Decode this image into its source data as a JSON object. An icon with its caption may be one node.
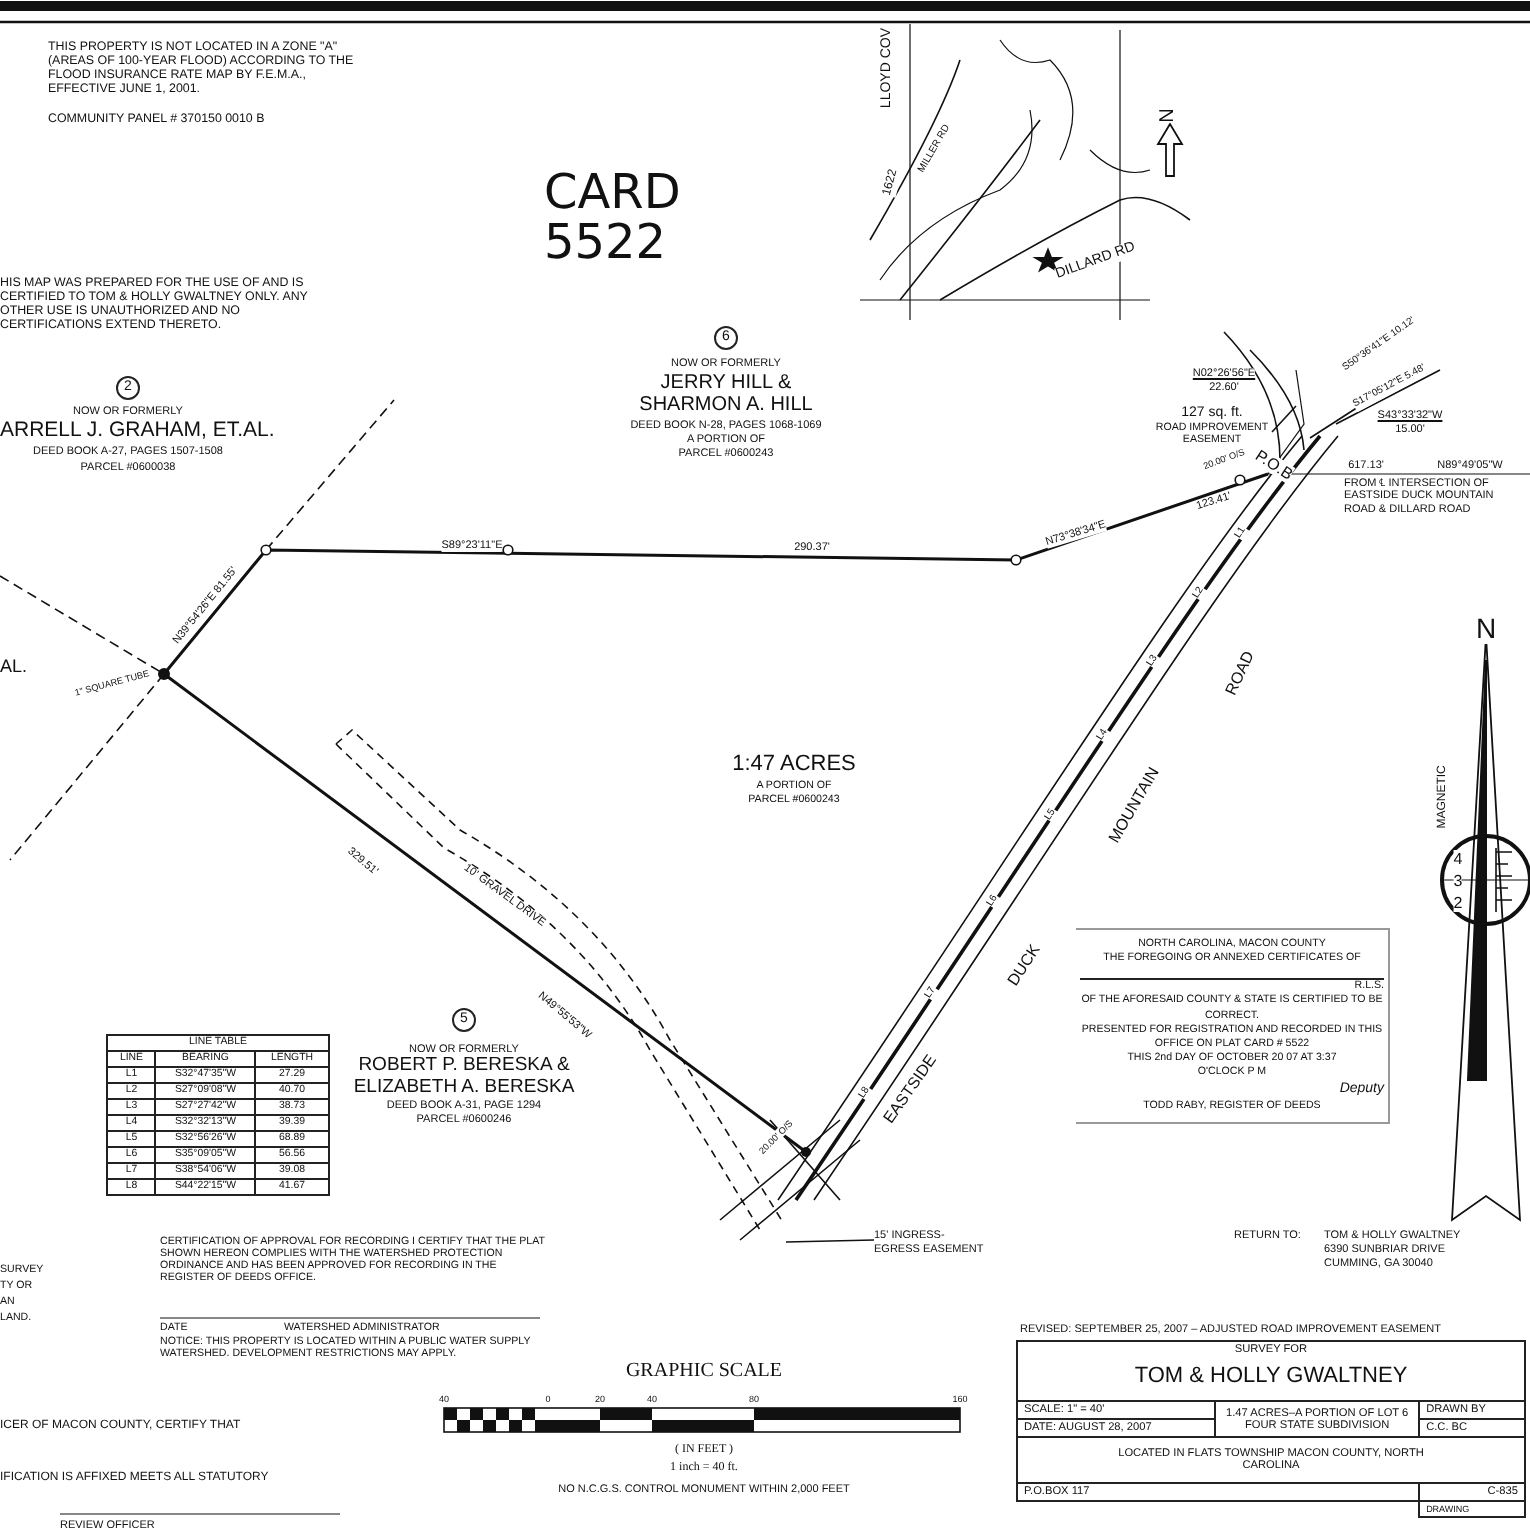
{
  "diagram": {
    "nodes": [
      {
        "text": [
          "NORTH CAROLINA, MACON COUNTY",
          "THE FOREGOING OR ANNEXED CERTIFICATES OF",
          "R.L.S.",
          "OF THE AFORESAID COUNTY & STATE IS CERTIFIED TO BE CORRECT.",
          "PRESENTED FOR REGISTRATION AND RECORDED IN THIS OFFICE ON PLAT CARD # 5522",
          "THIS 2nd DAY OF OCTOBER 20 07 AT 3:37",
          "O'CLOCK P M",
          "Deputy",
          "TODD RABY, REGISTER OF DEEDS"
        ]
      },
      {
        "text": [
          "127 sq. ft.",
          "ROAD IMPROVEMENT EASEMENT"
        ]
      },
      {
        "text": [
          "15' INGRESS- EGRESS EASEMENT"
        ]
      }
    ],
    "edges": [
      {
        "from": 1,
        "to": null,
        "arrow": "none"
      },
      {
        "from": 2,
        "to": null,
        "arrow": "none"
      }
    ],
    "labels": [
      "THIS PROPERTY IS NOT LOCATED IN A ZONE \"A\"(AREAS OF 100-YEAR FLOOD) ACCORDING TO THE FLOOD INSURANCE RATE MAP BY F.E.M.A., EFFECTIVE JUNE 1, 2001.",
      "COMMUNITY PANEL # 370150 0010 B",
      "CARD 5522",
      "HIS MAP WAS PREPARED FOR THE USE OF AND IS CERTIFIED TO TOM & HOLLY GWALTNEY ONLY. ANY OTHER USE IS UNAUTHORIZED AND NO CERTIFICATIONS EXTEND THERETO.",
      "2",
      "NOW OR FORMERLY",
      "ARRELL J. GRAHAM, ET.AL.",
      "DEED BOOK A-27, PAGES 1507-1508",
      "PARCEL #0600038",
      "6",
      "NOW OR FORMERLY",
      "JERRY HILL &",
      "SHARMON A. HILL",
      "DEED BOOK N-28, PAGES 1068-1069",
      "A PORTION OF",
      "PARCEL #0600243",
      "N39°54'26\"E 81.55'",
      "S89°23'11\"E",
      "290.37'",
      "N73°38'34\"E",
      "123.41'",
      "20.00' O/S",
      "N02°26'56\"E",
      "22.60'",
      "S50°36'41\"E 10.12'",
      "S17°05'12\"E 5.48'",
      "S43°33'32\"W",
      "15.00'",
      "P.O.B",
      "617.13'",
      "N89°49'05\"W",
      "FROM ℄ INTERSECTION OF EASTSIDE DUCK MOUNTAIN ROAD & DILLARD ROAD",
      "AL.",
      "1\" SQUARE TUBE",
      "1:47 ACRES",
      "A PORTION OF",
      "PARCEL #0600243",
      "329.51'",
      "10' GRAVEL DRIVE",
      "N49°55'53\"W",
      "5",
      "NOW OR FORMERLY",
      "ROBERT P. BERESKA &",
      "ELIZABETH A. BERESKA",
      "DEED BOOK A-31, PAGE 1294",
      "PARCEL #0600246",
      "LINE TABLE",
      "LINE",
      "BEARING",
      "LENGTH",
      "L1",
      "S32°47'35\"W",
      "27.29",
      "L2",
      "S27°09'08\"W",
      "40.70",
      "L3",
      "S27°27'42\"W",
      "38.73",
      "L4",
      "S32°32'13\"W",
      "39.39",
      "L5",
      "S32°56'26\"W",
      "68.89",
      "L6",
      "S35°09'05\"W",
      "56.56",
      "L7",
      "S38°54'06\"W",
      "39.08",
      "L8",
      "S44°22'15\"W",
      "41.67",
      "20.00' O/S",
      "EASTSIDE",
      "DUCK",
      "MOUNTAIN",
      "ROAD",
      "L1",
      "L2",
      "L3",
      "L4",
      "L5",
      "L6",
      "L7",
      "L8",
      "LLOYD COV",
      "1622",
      "MILLER RD",
      "DILLARD RD",
      "N",
      "RETURN TO:",
      "TOM & HOLLY GWALTNEY",
      "6390 SUNBRIAR DRIVE",
      "CUMMING, GA 30040",
      "N",
      "MAGNETIC",
      "4",
      "3",
      "2",
      "SURVEY",
      "TY OR",
      "AN",
      "LAND.",
      "CERTIFICATION OF APPROVAL FOR RECORDING I CERTIFY THAT THE PLAT SHOWN HEREON COMPLIES WITH THE WATERSHED PROTECTION ORDINANCE AND HAS BEEN APPROVED FOR RECORDING IN THE REGISTER OF DEEDS OFFICE.",
      "DATE",
      "WATERSHED ADMINISTRATOR",
      "NOTICE: THIS PROPERTY IS LOCATED WITHIN A PUBLIC WATER SUPPLY WATERSHED. DEVELOPMENT RESTRICTIONS MAY APPLY.",
      "ICER OF MACON COUNTY, CERTIFY THAT",
      "IFICATION IS AFFIXED MEETS ALL STATUTORY",
      "REVIEW OFFICER",
      "GRAPHIC SCALE",
      "40",
      "0",
      "20",
      "40",
      "80",
      "160",
      "( IN FEET )",
      "1 inch = 40 ft.",
      "NO N.C.G.S. CONTROL MONUMENT WITHIN 2,000 FEET",
      "REVISED: SEPTEMBER 25, 2007 – ADJUSTED ROAD IMPROVEMENT EASEMENT",
      "SURVEY FOR",
      "TOM & HOLLY GWALTNEY",
      "SCALE: 1\" = 40'",
      "1.47 ACRES–A PORTION OF LOT 6 FOUR STATE SUBDIVISION",
      "DRAWN BY",
      "DATE: AUGUST 28, 2007",
      "C.C. BC",
      "LOCATED IN FLATS TOWNSHIP MACON COUNTY, NORTH CAROLINA",
      "P.O.BOX 117",
      "C-835",
      "DRAWING"
    ]
  }
}
